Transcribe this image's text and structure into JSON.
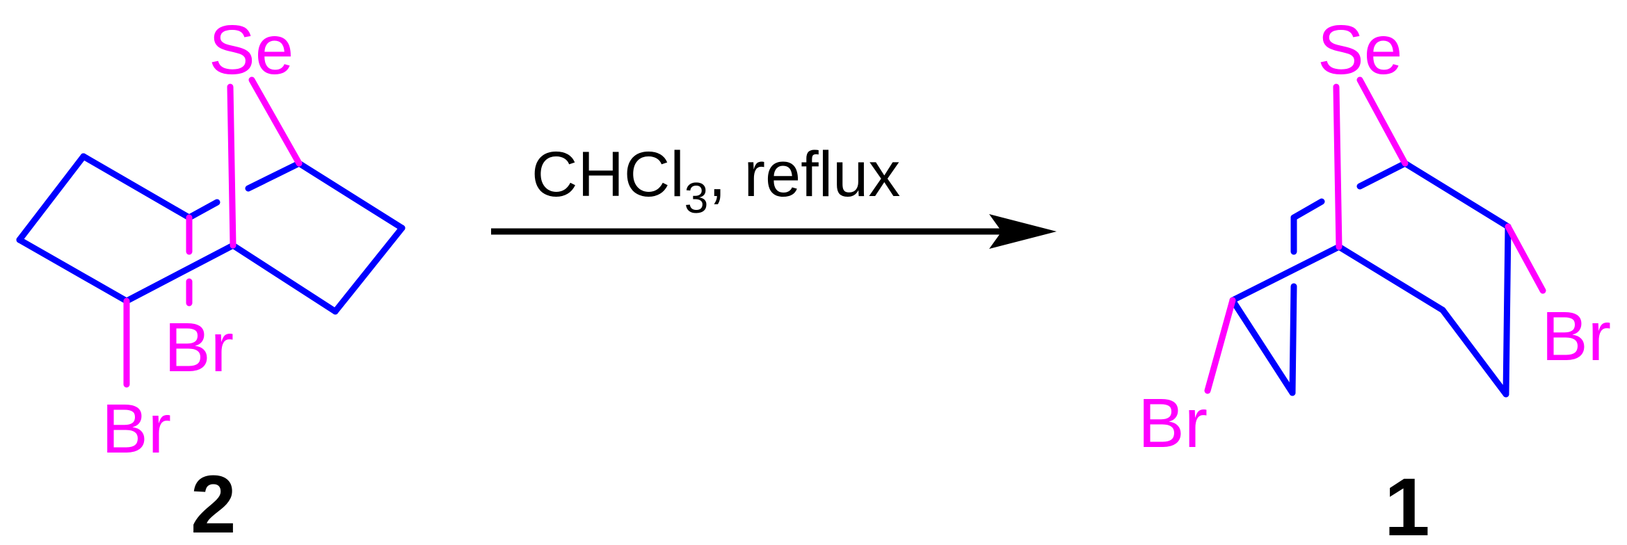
{
  "colors": {
    "carbon_bond": "#0000ff",
    "heteroatom": "#ff00ff",
    "text": "#000000",
    "background": "#ffffff"
  },
  "reactant": {
    "atoms": {
      "se": "Se",
      "br1": "Br",
      "br2": "Br"
    },
    "label": "2"
  },
  "arrow": {
    "condition_main": "CHCl",
    "condition_subscript": "3",
    "condition_rest": ", reflux"
  },
  "product": {
    "atoms": {
      "se": "Se",
      "br1": "Br",
      "br2": "Br"
    },
    "label": "1"
  }
}
